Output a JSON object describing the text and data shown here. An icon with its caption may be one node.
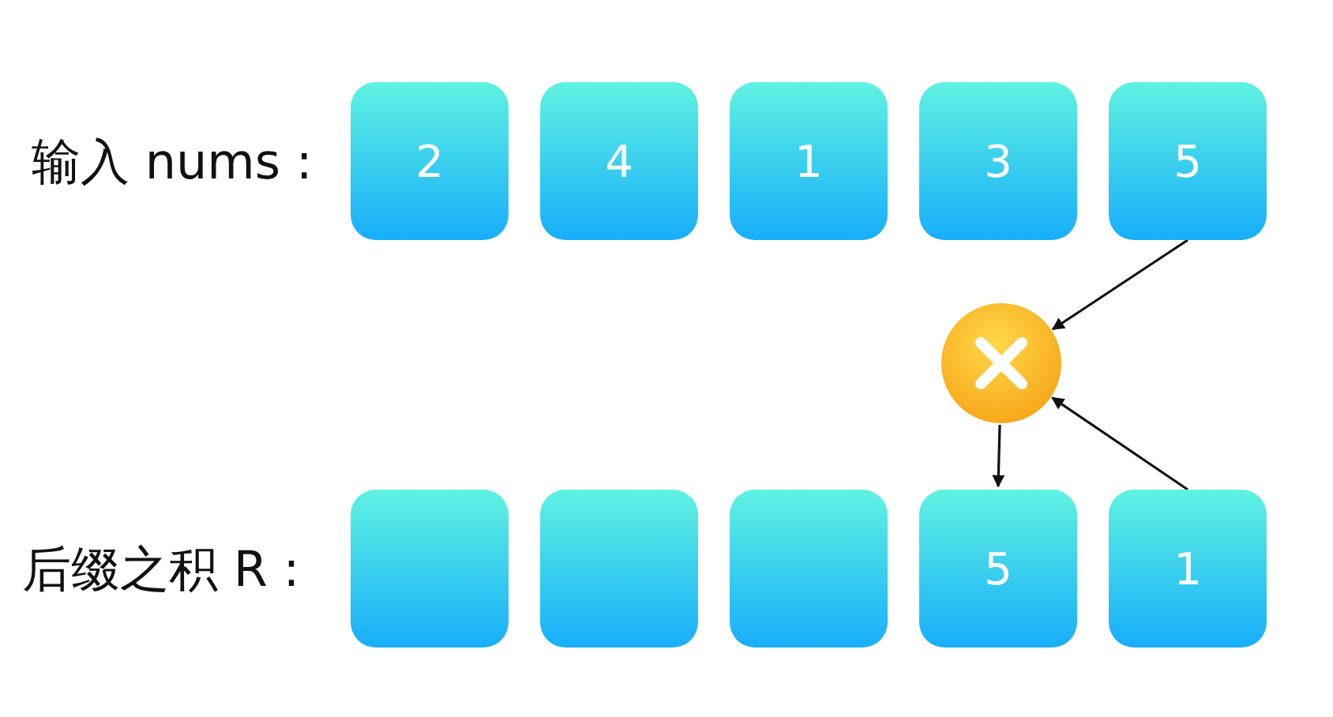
{
  "diagram": {
    "nodes": [
      {
        "text": [
          "2"
        ]
      },
      {
        "text": [
          "4"
        ]
      },
      {
        "text": [
          "1"
        ]
      },
      {
        "text": [
          "3"
        ]
      },
      {
        "text": [
          "5"
        ]
      },
      {
        "text": [],
        "shape": "circle"
      },
      {
        "text": [],
        "shape": "box"
      },
      {
        "text": [],
        "shape": "box"
      },
      {
        "text": [],
        "shape": "box"
      },
      {
        "text": [
          "5"
        ]
      },
      {
        "text": [
          "1"
        ]
      }
    ],
    "edges": [
      {
        "from": 4,
        "to": 5,
        "arrow": "to"
      },
      {
        "from": 10,
        "to": 5,
        "arrow": "to"
      },
      {
        "from": 5,
        "to": 9,
        "arrow": "to"
      }
    ],
    "labels": [
      "输入 nums :",
      "后缀之积 R :"
    ]
  }
}
